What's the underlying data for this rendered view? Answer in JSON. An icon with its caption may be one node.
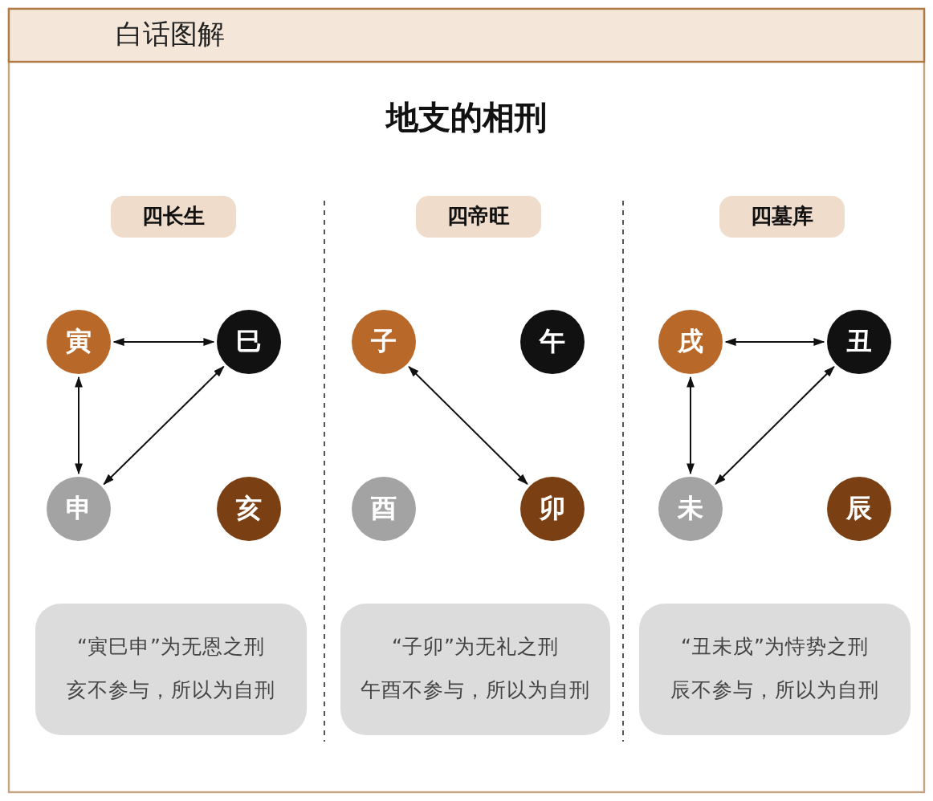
{
  "diagram": {
    "title": "地支的相刑",
    "nodes": [
      {
        "text": [
          "四长生"
        ]
      },
      {
        "text": [
          "寅"
        ]
      },
      {
        "text": [
          "巳"
        ]
      },
      {
        "text": [
          "申"
        ]
      },
      {
        "text": [
          "亥"
        ]
      },
      {
        "text": [
          "“寅巳申”为无恩之刑",
          "亥不参与，所以为自刑"
        ]
      },
      {
        "text": [
          "四帝旺"
        ]
      },
      {
        "text": [
          "子"
        ]
      },
      {
        "text": [
          "午"
        ]
      },
      {
        "text": [
          "酉"
        ]
      },
      {
        "text": [
          "卯"
        ]
      },
      {
        "text": [
          "“子卯”为无礼之刑",
          "午酉不参与，所以为自刑"
        ]
      },
      {
        "text": [
          "四墓库"
        ]
      },
      {
        "text": [
          "戌"
        ]
      },
      {
        "text": [
          "丑"
        ]
      },
      {
        "text": [
          "未"
        ]
      },
      {
        "text": [
          "辰"
        ]
      },
      {
        "text": [
          "“丑未戌”为恃势之刑",
          "辰不参与，所以为自刑"
        ]
      }
    ],
    "edges": [
      {
        "from": 1,
        "to": 2,
        "arrow": "both"
      },
      {
        "from": 1,
        "to": 3,
        "arrow": "both"
      },
      {
        "from": 2,
        "to": 3,
        "arrow": "both"
      },
      {
        "from": 7,
        "to": 10,
        "arrow": "both"
      },
      {
        "from": 13,
        "to": 14,
        "arrow": "both"
      },
      {
        "from": 13,
        "to": 15,
        "arrow": "both"
      },
      {
        "from": 14,
        "to": 15,
        "arrow": "both"
      }
    ],
    "labels": [
      "白话图解"
    ]
  }
}
